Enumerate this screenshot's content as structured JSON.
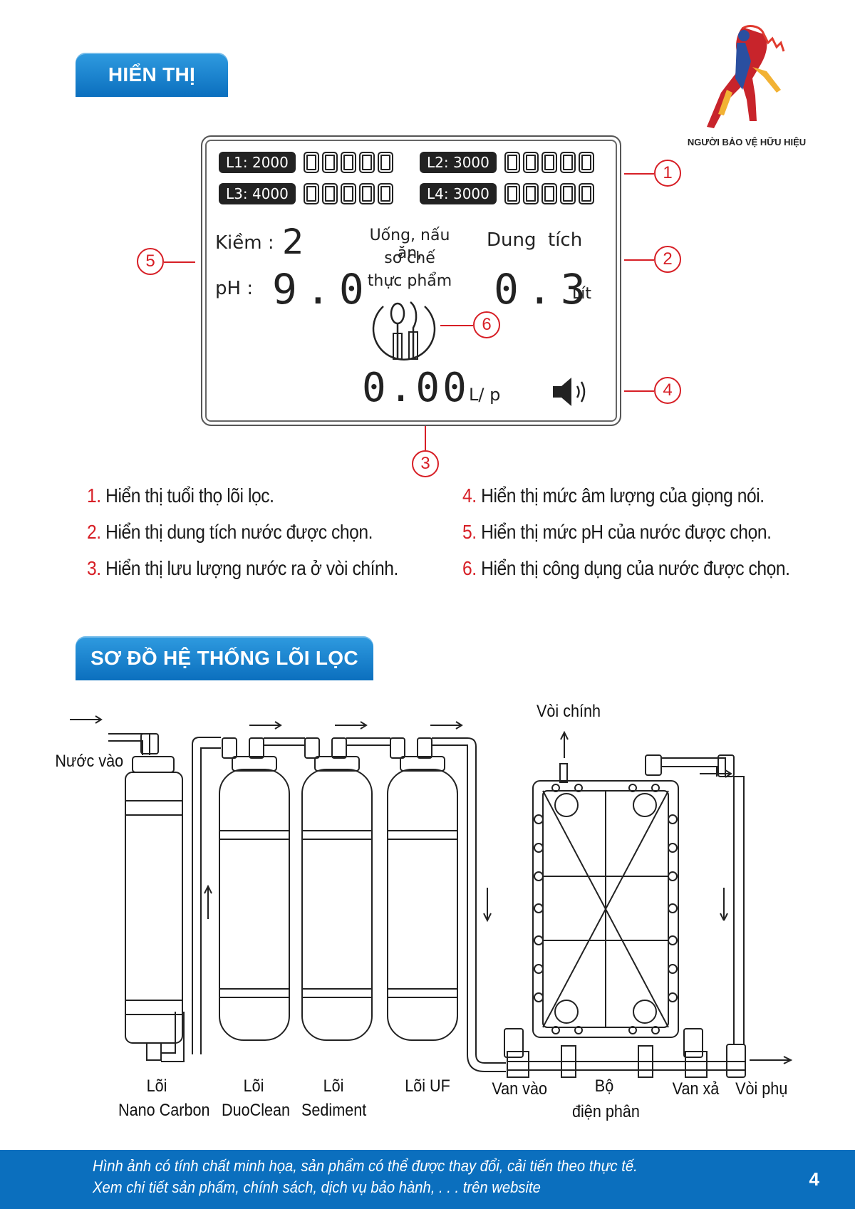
{
  "header": {
    "tab_display": "HIỂN THỊ",
    "logo_caption": "NGƯỜI BẢO VỆ HỮU HIỆU"
  },
  "lcd": {
    "l1": "L1: 2000",
    "l2": "L2: 3000",
    "l3": "L3: 4000",
    "l4": "L4: 3000",
    "kiem_label": "Kiềm :",
    "kiem_value": "2",
    "ph_label": "pH :",
    "ph_value": "9.0",
    "usage_line1": "Uống, nấu ăn,",
    "usage_line2": "sơ chế",
    "usage_line3": "thực phẩm",
    "capacity_label": "Dung  tích",
    "capacity_value": "0.3",
    "capacity_unit": "Lít",
    "flow_value": "0.00",
    "flow_unit": "L/ p"
  },
  "callouts": [
    "1",
    "2",
    "3",
    "4",
    "5",
    "6"
  ],
  "descriptions": [
    {
      "num": "1.",
      "text": "Hiển thị tuổi thọ lõi lọc."
    },
    {
      "num": "2.",
      "text": "Hiển thị dung tích nước được chọn."
    },
    {
      "num": "3.",
      "text": "Hiển thị lưu lượng nước ra ở vòi chính."
    },
    {
      "num": "4.",
      "text": "Hiển thị mức âm lượng của giọng nói."
    },
    {
      "num": "5.",
      "text": "Hiển thị mức pH của nước được chọn."
    },
    {
      "num": "6.",
      "text": "Hiển thị công dụng của nước được chọn."
    }
  ],
  "diagram": {
    "tab_title": "SƠ ĐỒ HỆ THỐNG LÕI LỌC",
    "inlet": "Nước vào",
    "main_tap": "Vòi chính",
    "nano_1": "Lõi",
    "nano_2": "Nano Carbon",
    "duo_1": "Lõi",
    "duo_2": "DuoClean",
    "sed_1": "Lõi",
    "sed_2": "Sediment",
    "uf": "Lõi UF",
    "valve_in": "Van vào",
    "electro_1": "Bộ",
    "electro_2": "điện phân",
    "valve_out": "Van xả",
    "sub_tap": "Vòi phụ"
  },
  "footer": {
    "line1": "Hình ảnh có tính chất minh họa, sản phẩm có thể được thay đổi, cải tiến theo thực tế.",
    "line2": "Xem chi tiết sản phẩm, chính sách, dịch vụ bảo hành, . . . trên website",
    "page": "4"
  }
}
